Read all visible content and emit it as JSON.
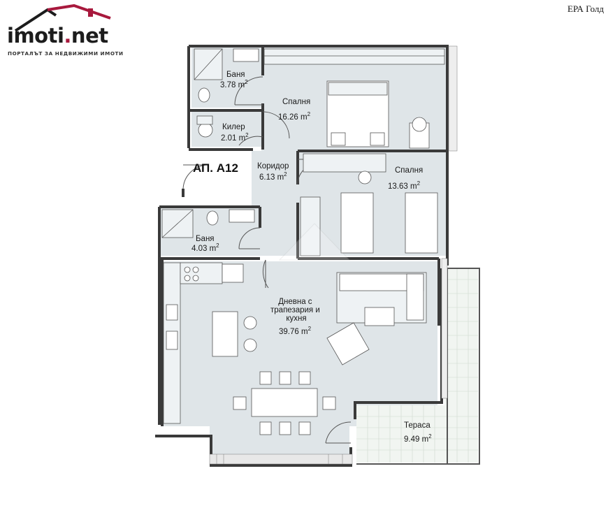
{
  "header": {
    "logo_main": "imoti",
    "logo_dot": ".",
    "logo_suffix": "net",
    "logo_tagline": "ПОРТАЛЪТ ЗА НЕДВИЖИМИ ИМОТИ",
    "agency": "ЕРА Голд"
  },
  "plan": {
    "apartment_label": "АП. А12",
    "rooms": [
      {
        "name": "Баня",
        "area": "3.78 m",
        "sup": "2"
      },
      {
        "name": "Спалня",
        "area": "16.26 m",
        "sup": "2"
      },
      {
        "name": "Килер",
        "area": "2.01 m",
        "sup": "2"
      },
      {
        "name": "Коридор",
        "area": "6.13 m",
        "sup": "2"
      },
      {
        "name": "Спалня",
        "area": "13.63 m",
        "sup": "2"
      },
      {
        "name": "Баня",
        "area": "4.03 m",
        "sup": "2"
      },
      {
        "name": "Дневна с трапезария и кухня",
        "area": "39.76 m",
        "sup": "2"
      },
      {
        "name": "Тераса",
        "area": "9.49 m",
        "sup": "2"
      }
    ]
  },
  "colors": {
    "floor": "#dfe5e8",
    "wall": "#3a3a3a",
    "brand": "#a8193d"
  }
}
